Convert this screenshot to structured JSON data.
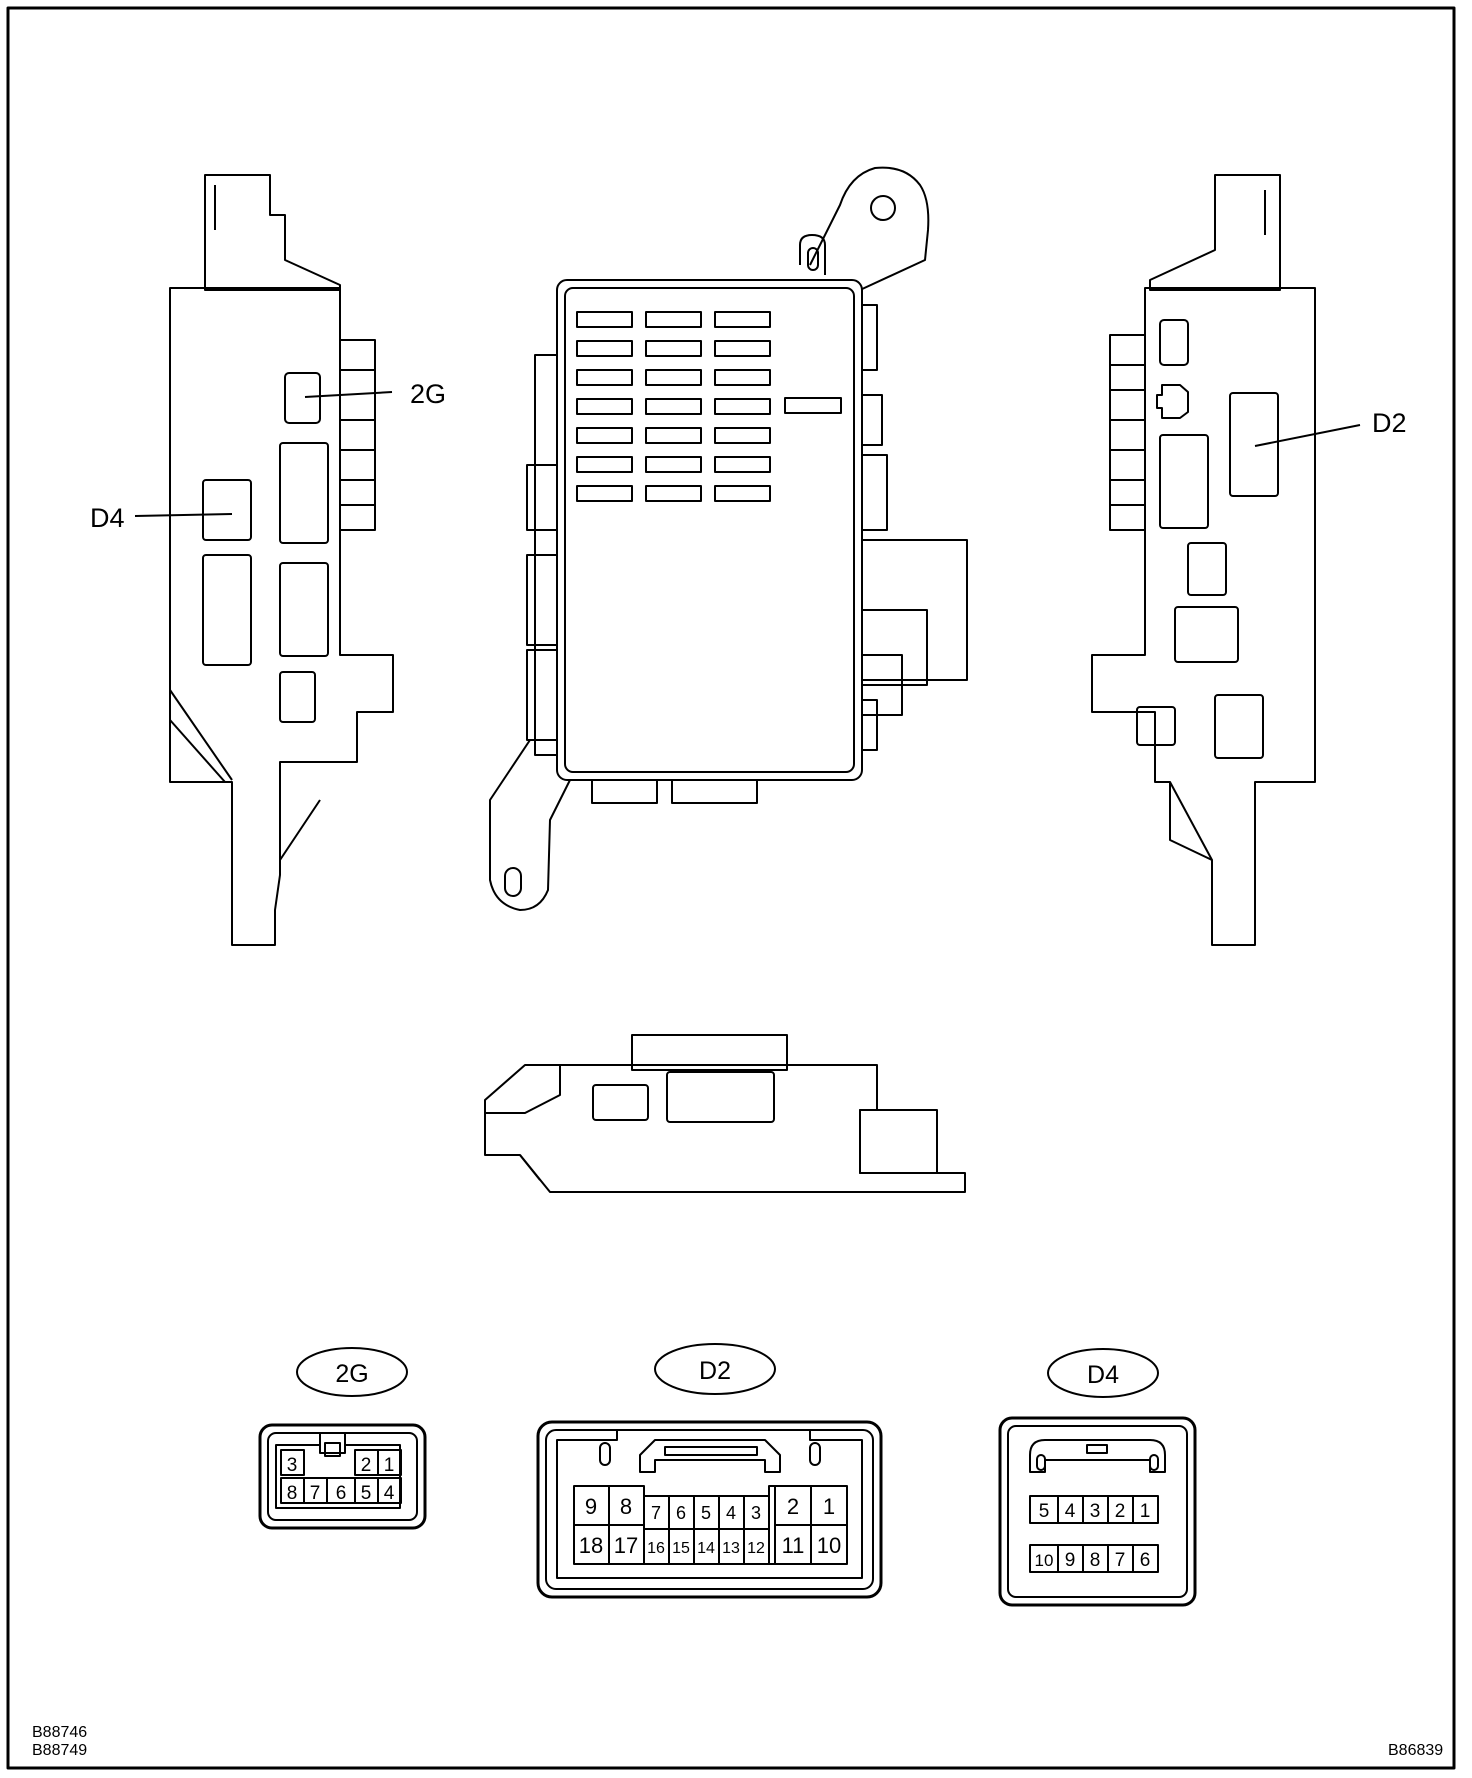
{
  "callouts": {
    "left_upper": "2G",
    "left_lower": "D4",
    "right": "D2"
  },
  "connectors": [
    {
      "label": "2G",
      "rows": [
        [
          "3",
          "",
          "2",
          "1"
        ],
        [
          "8",
          "7",
          "6",
          "5",
          "4"
        ]
      ]
    },
    {
      "label": "D2",
      "big_left_top": [
        "9",
        "8"
      ],
      "big_left_bottom": [
        "18",
        "17"
      ],
      "small_top": [
        "7",
        "6",
        "5",
        "4",
        "3"
      ],
      "small_bottom": [
        "16",
        "15",
        "14",
        "13",
        "12"
      ],
      "big_right_top": [
        "2",
        "1"
      ],
      "big_right_bottom": [
        "11",
        "10"
      ]
    },
    {
      "label": "D4",
      "rows": [
        [
          "5",
          "4",
          "3",
          "2",
          "1"
        ],
        [
          "10",
          "9",
          "8",
          "7",
          "6"
        ]
      ]
    }
  ],
  "footer": {
    "code_left_1": "B88746",
    "code_left_2": "B88749",
    "code_right": "B86839"
  }
}
